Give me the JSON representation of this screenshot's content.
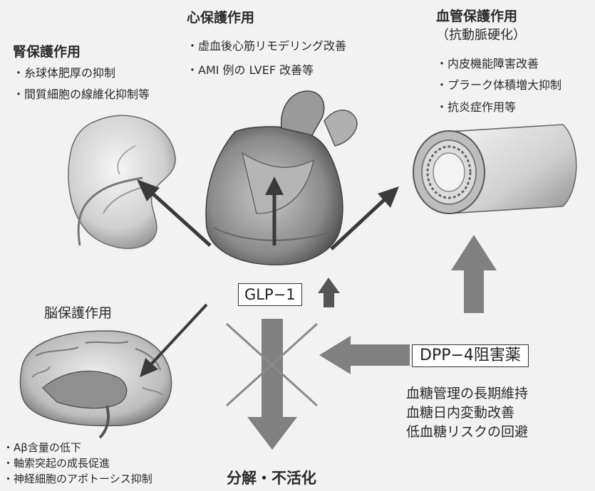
{
  "kidney": {
    "title": "腎保護作用",
    "bullets": [
      "・糸球体肥厚の抑制",
      "・間質細胞の線維化抑制等"
    ]
  },
  "heart": {
    "title": "心保護作用",
    "bullets": [
      "・虚血後心筋リモデリング改善",
      "・AMI 例の LVEF 改善等"
    ]
  },
  "vessel": {
    "title": "血管保護作用",
    "subtitle": "（抗動脈硬化）",
    "bullets": [
      "・内皮機能障害改善",
      "・プラーク体積増大抑制",
      "・抗炎症作用等"
    ]
  },
  "brain": {
    "title": "脳保護作用",
    "bullets": [
      "・Aβ含量の低下",
      "・軸索突起の成長促進",
      "・神経細胞のアポトーシス抑制"
    ]
  },
  "glp1_label": "GLP−1",
  "dpp4_label": "DPP−4阻害薬",
  "dpp4_effects": [
    "血糖管理の長期維持",
    "血糖日内変動改善",
    "低血糖リスクの回避"
  ],
  "degradation_label": "分解・不活化"
}
